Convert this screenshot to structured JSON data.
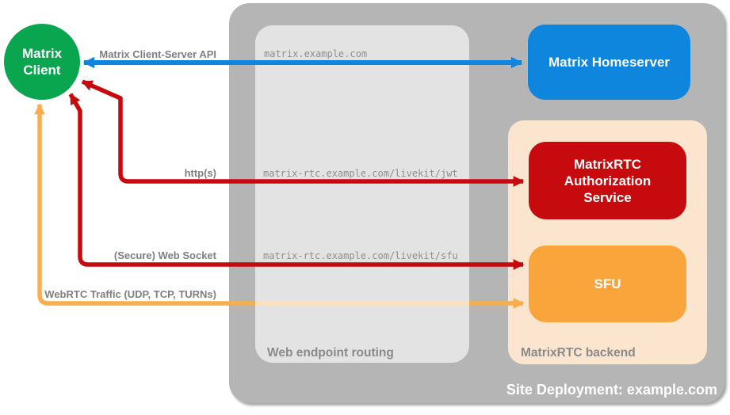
{
  "client": {
    "label": "Matrix Client",
    "color": "#0AA54F"
  },
  "container": {
    "title": "Site Deployment: example.com",
    "color": "#B5B5B5"
  },
  "routing": {
    "label": "Web endpoint routing",
    "endpoints": [
      "matrix.example.com",
      "matrix-rtc.example.com/livekit/jwt",
      "matrix-rtc.example.com/livekit/sfu"
    ]
  },
  "backend": {
    "label": "MatrixRTC backend",
    "color": "#FBE5CF"
  },
  "homeserver": {
    "label": "Matrix Homeserver",
    "color": "#0E86DD"
  },
  "auth_service": {
    "label": "MatrixRTC Authorization Service",
    "color": "#C70A0E"
  },
  "sfu": {
    "label": "SFU",
    "color": "#F9A53C"
  },
  "arrows": [
    {
      "label": "Matrix Client-Server API",
      "color": "#0E86DD",
      "direction": "bidirectional"
    },
    {
      "label": "http(s)",
      "color": "#C70A0E",
      "direction": "bidirectional"
    },
    {
      "label": "(Secure) Web Socket",
      "color": "#C70A0E",
      "direction": "bidirectional"
    },
    {
      "label": "WebRTC Traffic (UDP, TCP, TURNs)",
      "color": "#FAAC4F",
      "direction": "bidirectional"
    }
  ]
}
